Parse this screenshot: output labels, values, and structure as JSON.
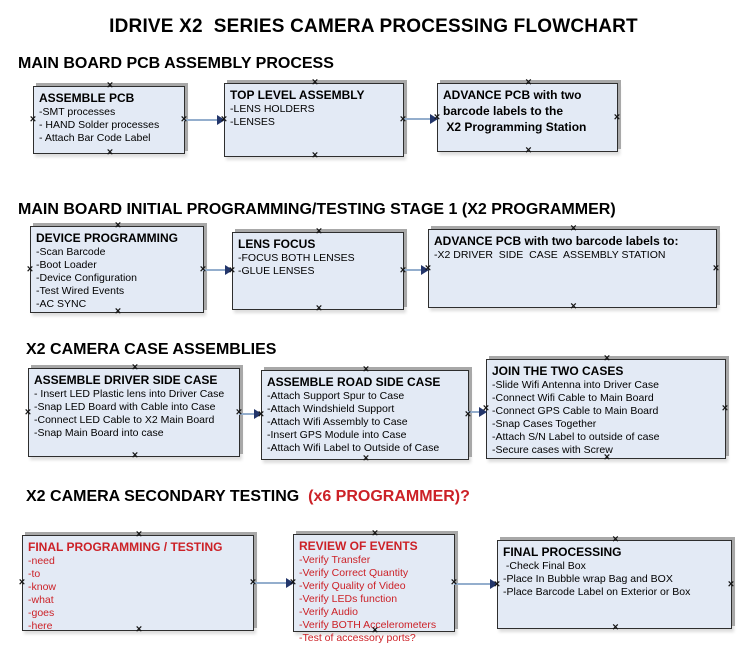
{
  "title": "IDRIVE X2  SERIES CAMERA PROCESSING FLOWCHART",
  "colors": {
    "accent_red": "#cc2127",
    "box_fill": "#e3eaf5",
    "box_border": "#2e2e2e",
    "box_shadow": "#a8a8a8",
    "arrow_line": "#94aecd",
    "arrow_head": "#23366b"
  },
  "sections": [
    {
      "heading": "MAIN BOARD PCB ASSEMBLY PROCESS",
      "heading_red": "",
      "boxes": [
        {
          "color": "black",
          "title_lines": [
            "ASSEMBLE PCB"
          ],
          "items": [
            "-SMT processes",
            "- HAND Solder processes",
            "- Attach Bar Code Label"
          ]
        },
        {
          "color": "black",
          "title_lines": [
            "TOP LEVEL ASSEMBLY"
          ],
          "items": [
            "-LENS HOLDERS",
            "-LENSES"
          ]
        },
        {
          "color": "black",
          "title_lines": [
            "ADVANCE PCB with two",
            "barcode labels to the",
            " X2 Programming Station"
          ],
          "items": []
        }
      ]
    },
    {
      "heading": "MAIN BOARD INITIAL PROGRAMMING/TESTING STAGE 1 (X2 PROGRAMMER)",
      "heading_red": "",
      "boxes": [
        {
          "color": "black",
          "title_lines": [
            "DEVICE PROGRAMMING"
          ],
          "items": [
            "-Scan Barcode",
            "-Boot Loader",
            "-Device Configuration",
            "-Test Wired Events",
            "-AC SYNC"
          ]
        },
        {
          "color": "black",
          "title_lines": [
            "LENS FOCUS"
          ],
          "items": [
            "-FOCUS BOTH LENSES",
            "-GLUE LENSES"
          ]
        },
        {
          "color": "black",
          "title_lines": [
            "ADVANCE PCB with two barcode labels to:"
          ],
          "items": [
            "-X2 DRIVER  SIDE  CASE  ASSEMBLY STATION"
          ]
        }
      ]
    },
    {
      "heading": "X2 CAMERA CASE ASSEMBLIES",
      "heading_red": "",
      "boxes": [
        {
          "color": "black",
          "title_lines": [
            "ASSEMBLE DRIVER SIDE CASE"
          ],
          "items": [
            "- Insert LED Plastic lens into Driver Case",
            "-Snap LED Board with Cable into Case",
            "-Connect LED Cable to X2 Main Board",
            "-Snap Main Board into case"
          ]
        },
        {
          "color": "black",
          "title_lines": [
            "ASSEMBLE ROAD SIDE CASE"
          ],
          "items": [
            "-Attach Support Spur to Case",
            "-Attach Windshield Support",
            "-Attach Wifi Assembly to Case",
            "-Insert GPS Module into Case",
            "-Attach Wifi Label to Outside of Case"
          ]
        },
        {
          "color": "black",
          "title_lines": [
            "JOIN THE TWO CASES"
          ],
          "items": [
            "-Slide Wifi Antenna into Driver Case",
            "-Connect Wifi Cable to Main Board",
            "-Connect GPS Cable to Main Board",
            "-Snap Cases Together",
            "-Attach S/N Label to outside of case",
            "-Secure cases with Screw"
          ]
        }
      ]
    },
    {
      "heading": "X2 CAMERA SECONDARY TESTING  ",
      "heading_red": "(x6 PROGRAMMER)?",
      "boxes": [
        {
          "color": "red",
          "title_lines": [
            "FINAL PROGRAMMING / TESTING"
          ],
          "items": [
            "-need",
            "-to",
            "-know",
            "-what",
            "-goes",
            "-here"
          ]
        },
        {
          "color": "red",
          "title_lines": [
            "REVIEW OF EVENTS"
          ],
          "items": [
            "-Verify Transfer",
            "-Verify Correct Quantity",
            "-Verify Quality of Video",
            "-Verify LEDs function",
            "-Verify Audio",
            "-Verify BOTH Accelerometers",
            "-Test of accessory ports?"
          ]
        },
        {
          "color": "black",
          "title_lines": [
            "FINAL PROCESSING"
          ],
          "items": [
            " -Check Final Box",
            "-Place In Bubble wrap Bag and BOX",
            "-Place Barcode Label on Exterior or Box"
          ]
        }
      ]
    }
  ]
}
